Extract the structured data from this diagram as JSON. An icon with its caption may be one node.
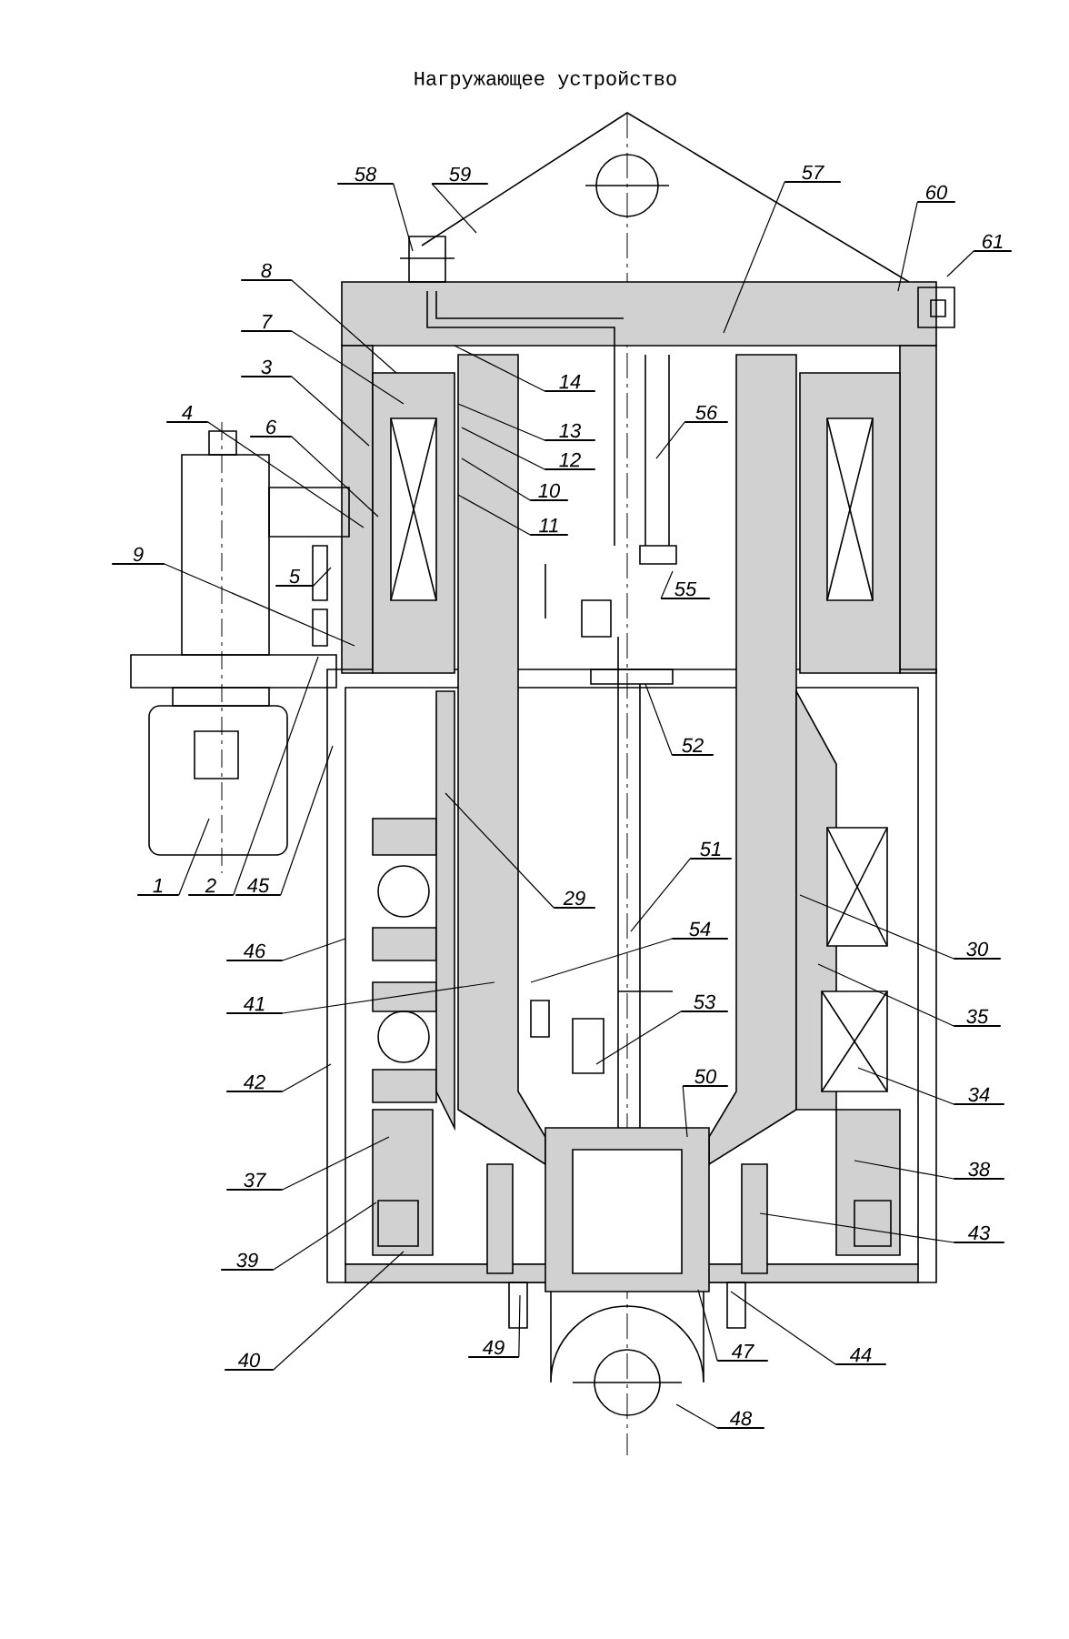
{
  "diagram": {
    "title": "Нагружающее устройство",
    "nodes": [
      {
        "text": [
          "58"
        ]
      },
      {
        "text": [
          "59"
        ]
      },
      {
        "text": [
          "57"
        ]
      },
      {
        "text": [
          "60"
        ]
      },
      {
        "text": [
          "61"
        ]
      },
      {
        "text": [
          "8"
        ]
      },
      {
        "text": [
          "7"
        ]
      },
      {
        "text": [
          "3"
        ]
      },
      {
        "text": [
          "4"
        ]
      },
      {
        "text": [
          "6"
        ]
      },
      {
        "text": [
          "14"
        ]
      },
      {
        "text": [
          "13"
        ]
      },
      {
        "text": [
          "12"
        ]
      },
      {
        "text": [
          "10"
        ]
      },
      {
        "text": [
          "11"
        ]
      },
      {
        "text": [
          "56"
        ]
      },
      {
        "text": [
          "9"
        ]
      },
      {
        "text": [
          "5"
        ]
      },
      {
        "text": [
          "55"
        ]
      },
      {
        "text": [
          "52"
        ]
      },
      {
        "text": [
          "1"
        ]
      },
      {
        "text": [
          "2"
        ]
      },
      {
        "text": [
          "45"
        ]
      },
      {
        "text": [
          "29"
        ]
      },
      {
        "text": [
          "51"
        ]
      },
      {
        "text": [
          "46"
        ]
      },
      {
        "text": [
          "54"
        ]
      },
      {
        "text": [
          "30"
        ]
      },
      {
        "text": [
          "35"
        ]
      },
      {
        "text": [
          "41"
        ]
      },
      {
        "text": [
          "53"
        ]
      },
      {
        "text": [
          "42"
        ]
      },
      {
        "text": [
          "34"
        ]
      },
      {
        "text": [
          "50"
        ]
      },
      {
        "text": [
          "37"
        ]
      },
      {
        "text": [
          "38"
        ]
      },
      {
        "text": [
          "39"
        ]
      },
      {
        "text": [
          "43"
        ]
      },
      {
        "text": [
          "40"
        ]
      },
      {
        "text": [
          "49"
        ]
      },
      {
        "text": [
          "47"
        ]
      },
      {
        "text": [
          "44"
        ]
      },
      {
        "text": [
          "48"
        ]
      }
    ],
    "edges": [
      {
        "from": 0,
        "to": null,
        "arrow": "none"
      },
      {
        "from": 1,
        "to": null,
        "arrow": "none"
      },
      {
        "from": 2,
        "to": null,
        "arrow": "none"
      },
      {
        "from": 3,
        "to": null,
        "arrow": "none"
      },
      {
        "from": 4,
        "to": null,
        "arrow": "none"
      },
      {
        "from": 5,
        "to": null,
        "arrow": "none"
      },
      {
        "from": 6,
        "to": null,
        "arrow": "none"
      },
      {
        "from": 7,
        "to": null,
        "arrow": "none"
      },
      {
        "from": 8,
        "to": null,
        "arrow": "none"
      },
      {
        "from": 9,
        "to": null,
        "arrow": "none"
      },
      {
        "from": 10,
        "to": null,
        "arrow": "none"
      },
      {
        "from": 11,
        "to": null,
        "arrow": "none"
      },
      {
        "from": 12,
        "to": null,
        "arrow": "none"
      },
      {
        "from": 13,
        "to": null,
        "arrow": "none"
      },
      {
        "from": 14,
        "to": null,
        "arrow": "none"
      },
      {
        "from": 15,
        "to": null,
        "arrow": "none"
      },
      {
        "from": 16,
        "to": null,
        "arrow": "none"
      },
      {
        "from": 17,
        "to": null,
        "arrow": "none"
      },
      {
        "from": 18,
        "to": null,
        "arrow": "none"
      },
      {
        "from": 19,
        "to": null,
        "arrow": "none"
      },
      {
        "from": 20,
        "to": null,
        "arrow": "none"
      },
      {
        "from": 21,
        "to": null,
        "arrow": "none"
      },
      {
        "from": 22,
        "to": null,
        "arrow": "none"
      },
      {
        "from": 23,
        "to": null,
        "arrow": "none"
      },
      {
        "from": 24,
        "to": null,
        "arrow": "none"
      },
      {
        "from": 25,
        "to": null,
        "arrow": "none"
      },
      {
        "from": 26,
        "to": null,
        "arrow": "none"
      },
      {
        "from": 27,
        "to": null,
        "arrow": "none"
      },
      {
        "from": 28,
        "to": null,
        "arrow": "none"
      },
      {
        "from": 29,
        "to": null,
        "arrow": "none"
      },
      {
        "from": 30,
        "to": null,
        "arrow": "none"
      },
      {
        "from": 31,
        "to": null,
        "arrow": "none"
      },
      {
        "from": 32,
        "to": null,
        "arrow": "none"
      },
      {
        "from": 33,
        "to": null,
        "arrow": "none"
      },
      {
        "from": 34,
        "to": null,
        "arrow": "none"
      },
      {
        "from": 35,
        "to": null,
        "arrow": "none"
      },
      {
        "from": 36,
        "to": null,
        "arrow": "none"
      },
      {
        "from": 37,
        "to": null,
        "arrow": "none"
      },
      {
        "from": 38,
        "to": null,
        "arrow": "none"
      },
      {
        "from": 39,
        "to": null,
        "arrow": "none"
      },
      {
        "from": 40,
        "to": null,
        "arrow": "none"
      },
      {
        "from": 41,
        "to": null,
        "arrow": "none"
      },
      {
        "from": 42,
        "to": null,
        "arrow": "none"
      }
    ]
  }
}
